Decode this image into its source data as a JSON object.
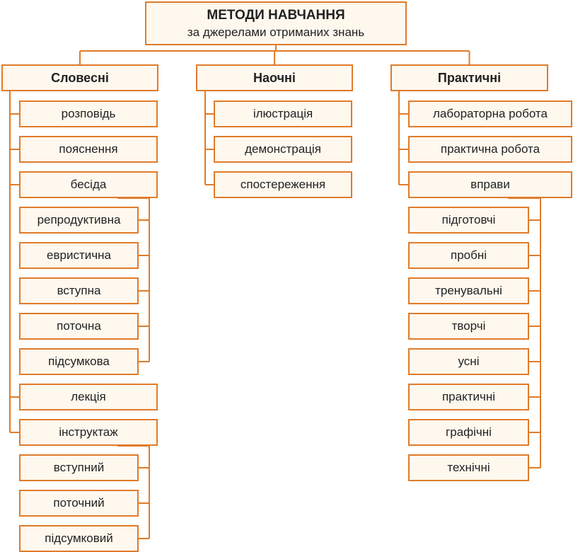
{
  "colors": {
    "border": "#e07b2a",
    "fill": "#fff8ee",
    "text": "#222222"
  },
  "root": {
    "title": "МЕТОДИ НАВЧАННЯ",
    "subtitle": "за джерелами отриманих знань"
  },
  "columns": [
    {
      "title": "Словесні",
      "items": [
        {
          "label": "розповідь"
        },
        {
          "label": "пояснення"
        },
        {
          "label": "бесіда",
          "children": [
            "репродуктивна",
            "евристична",
            "вступна",
            "поточна",
            "підсумкова"
          ]
        },
        {
          "label": "лекція"
        },
        {
          "label": "інструктаж",
          "children": [
            "вступний",
            "поточний",
            "підсумковий"
          ]
        }
      ]
    },
    {
      "title": "Наочні",
      "items": [
        {
          "label": "ілюстрація"
        },
        {
          "label": "демонстрація"
        },
        {
          "label": "спостереження"
        }
      ]
    },
    {
      "title": "Практичні",
      "items": [
        {
          "label": "лабораторна робота"
        },
        {
          "label": "практична робота"
        },
        {
          "label": "вправи",
          "children": [
            "підготовчі",
            "пробні",
            "тренувальні",
            "творчі",
            "усні",
            "практичні",
            "графічні",
            "технічні"
          ]
        }
      ]
    }
  ]
}
